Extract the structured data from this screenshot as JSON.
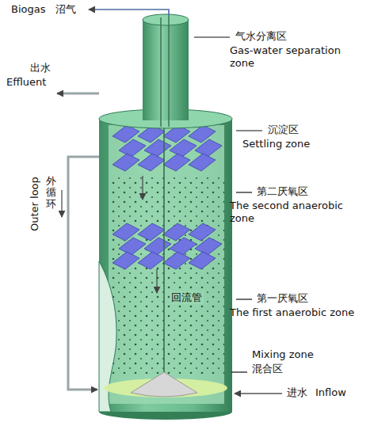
{
  "diagram": {
    "labels": [
      "Biogas",
      "沼气",
      "气水分离区",
      "Gas-water separation zone",
      "出水",
      "Effluent",
      "沉淀区",
      "Settling zone",
      "外循环",
      "Outer loop",
      "第二厌氧区",
      "The second anaerobic zone",
      "第一厌氧区",
      "The first anaerobic zone",
      "回流管",
      "Mixing zone",
      "混合区",
      "进水",
      "Inflow"
    ]
  }
}
